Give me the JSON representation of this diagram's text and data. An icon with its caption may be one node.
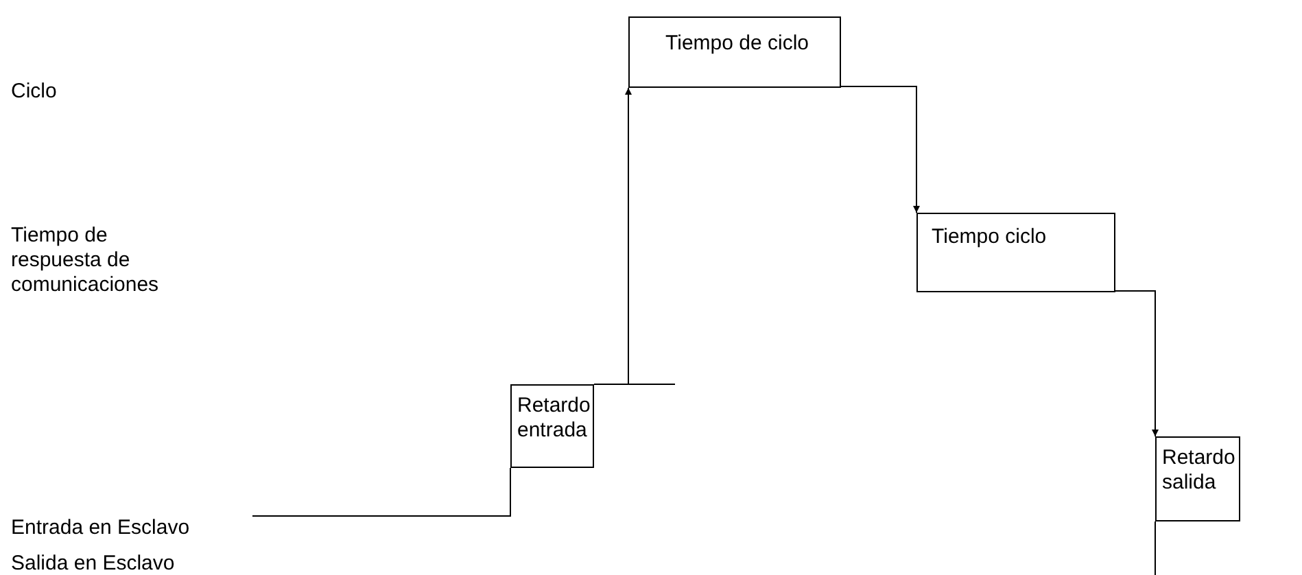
{
  "diagram": {
    "nodes": [
      {
        "text": [
          "Tiempo de ciclo"
        ]
      },
      {
        "text": [
          "Tiempo ciclo"
        ]
      },
      {
        "text": [
          "Retardo entrada"
        ]
      },
      {
        "text": [
          "Entrada en Esclavo"
        ]
      },
      {
        "text": [
          "Retardo salida"
        ]
      }
    ],
    "edges": [
      {
        "from": 3,
        "to": 2,
        "arrow": "none"
      },
      {
        "from": 2,
        "to": 0,
        "arrow": "to"
      },
      {
        "from": 0,
        "to": 1,
        "arrow": "to"
      },
      {
        "from": 1,
        "to": 4,
        "arrow": "to"
      }
    ],
    "labels": [
      "Ciclo",
      "Tiempo de respuesta de comunicaciones",
      "Salida en Esclavo"
    ]
  }
}
